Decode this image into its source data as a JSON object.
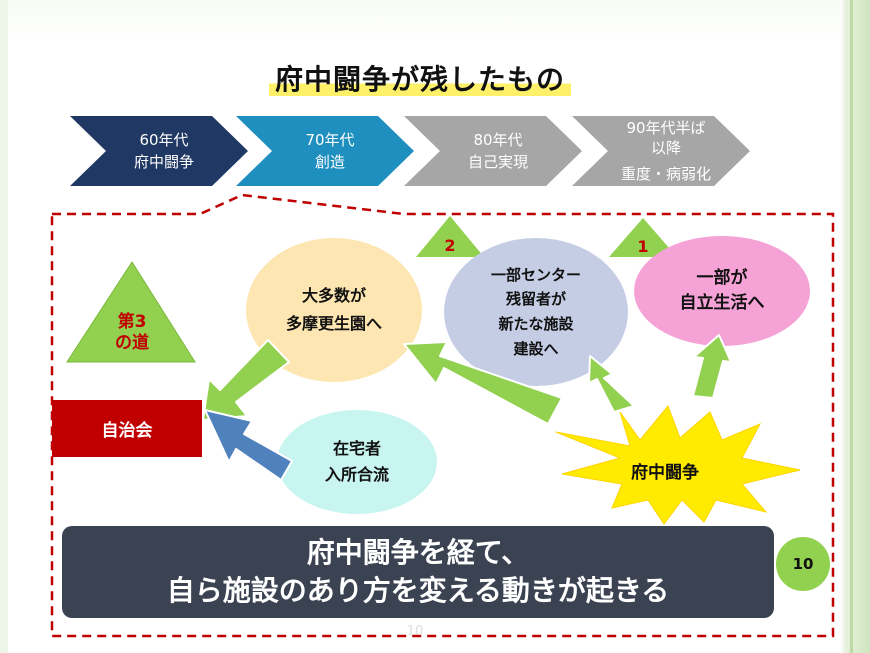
{
  "title": "府中闘争が残したもの",
  "timeline": [
    {
      "line1": "60年代",
      "line2": "府中闘争",
      "color": "#1f3864"
    },
    {
      "line1": "70年代",
      "line2": "創造",
      "color": "#1f8fc0"
    },
    {
      "line1": "80年代",
      "line2": "自己実現",
      "color": "#a6a6a6"
    },
    {
      "line1": "90年代半ば 以降",
      "line2": "重度・病弱化",
      "color": "#a6a6a6"
    }
  ],
  "third_way": {
    "line1": "第3",
    "line2": "の道"
  },
  "marker_2": "2",
  "marker_1": "1",
  "majority": {
    "line1": "大多数が",
    "line2": "多摩更生園へ"
  },
  "center_part": {
    "line1": "一部センター",
    "line2": "残留者が",
    "line3": "新たな施設",
    "line4": "建設へ"
  },
  "independent": {
    "line1": "一部が",
    "line2": "自立生活へ"
  },
  "self_gov": "自治会",
  "home": {
    "line1": "在宅者",
    "line2": "入所合流"
  },
  "fuchu_star": "府中闘争",
  "banner": {
    "line1": "府中闘争を経て、",
    "line2": "自ら施設のあり方を変える動きが起きる"
  },
  "slide_number": "10",
  "footer_number": "10",
  "colors": {
    "green": "#92d050",
    "red_dash": "#c00000",
    "blue_arrow": "#4f81bd",
    "star": "#ffeb00",
    "dark_banner": "#3b4352"
  }
}
